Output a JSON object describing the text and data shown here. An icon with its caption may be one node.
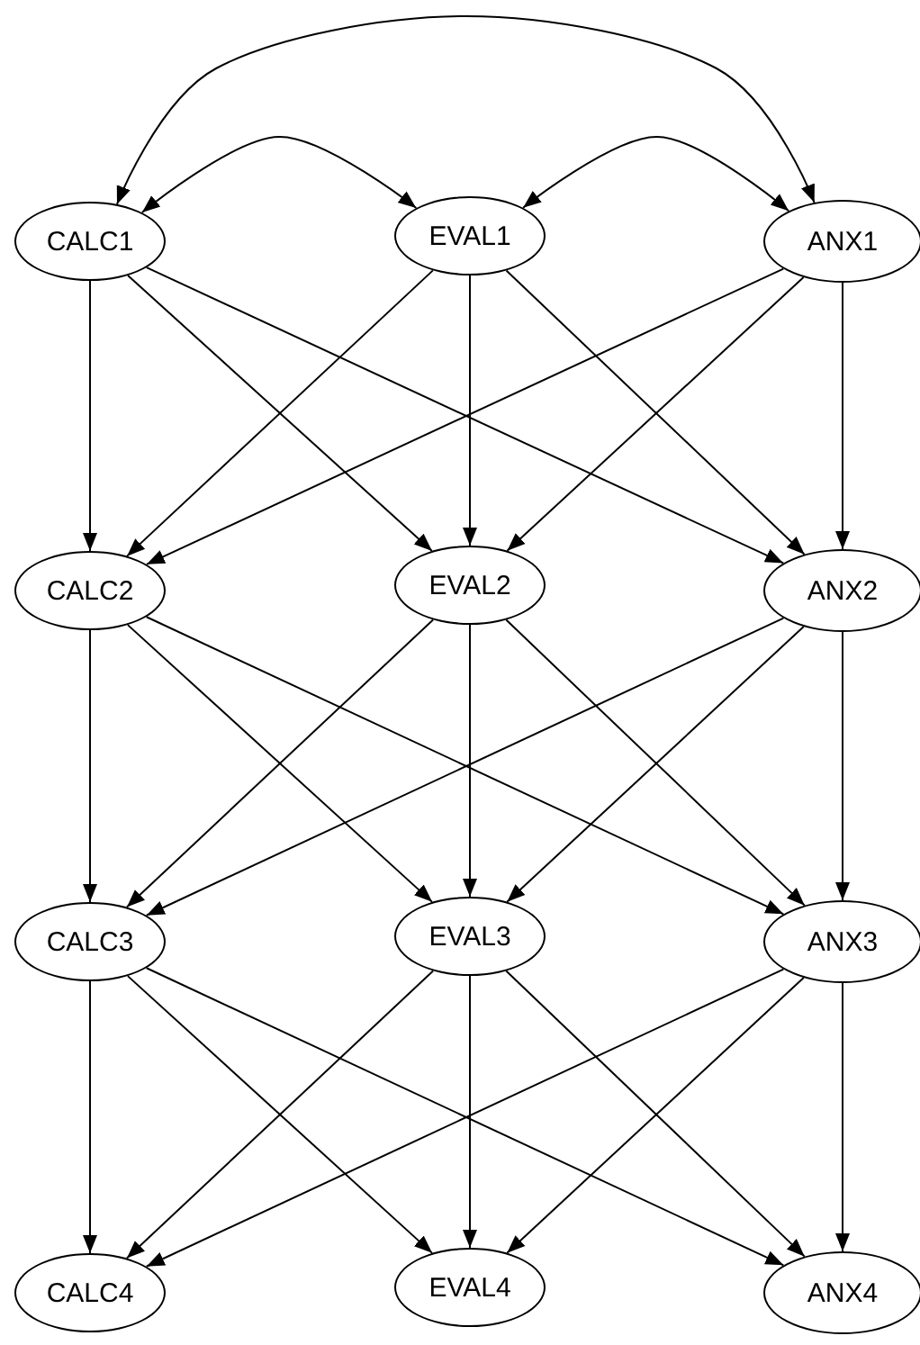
{
  "diagram": {
    "nodes": [
      {
        "text": [
          "CALC1"
        ]
      },
      {
        "text": [
          "EVAL1"
        ]
      },
      {
        "text": [
          "ANX1"
        ]
      },
      {
        "text": [
          "CALC2"
        ]
      },
      {
        "text": [
          "EVAL2"
        ]
      },
      {
        "text": [
          "ANX2"
        ]
      },
      {
        "text": [
          "CALC3"
        ]
      },
      {
        "text": [
          "EVAL3"
        ]
      },
      {
        "text": [
          "ANX3"
        ]
      },
      {
        "text": [
          "CALC4"
        ]
      },
      {
        "text": [
          "EVAL4"
        ]
      },
      {
        "text": [
          "ANX4"
        ]
      }
    ],
    "edges": [
      {
        "from": 0,
        "to": 1,
        "arrow": "both"
      },
      {
        "from": 1,
        "to": 2,
        "arrow": "both"
      },
      {
        "from": 0,
        "to": 2,
        "arrow": "both"
      },
      {
        "from": 0,
        "to": 3,
        "arrow": "to"
      },
      {
        "from": 0,
        "to": 4,
        "arrow": "to"
      },
      {
        "from": 0,
        "to": 5,
        "arrow": "to"
      },
      {
        "from": 1,
        "to": 3,
        "arrow": "to"
      },
      {
        "from": 1,
        "to": 4,
        "arrow": "to"
      },
      {
        "from": 1,
        "to": 5,
        "arrow": "to"
      },
      {
        "from": 2,
        "to": 3,
        "arrow": "to"
      },
      {
        "from": 2,
        "to": 4,
        "arrow": "to"
      },
      {
        "from": 2,
        "to": 5,
        "arrow": "to"
      },
      {
        "from": 3,
        "to": 6,
        "arrow": "to"
      },
      {
        "from": 3,
        "to": 7,
        "arrow": "to"
      },
      {
        "from": 3,
        "to": 8,
        "arrow": "to"
      },
      {
        "from": 4,
        "to": 6,
        "arrow": "to"
      },
      {
        "from": 4,
        "to": 7,
        "arrow": "to"
      },
      {
        "from": 4,
        "to": 8,
        "arrow": "to"
      },
      {
        "from": 5,
        "to": 6,
        "arrow": "to"
      },
      {
        "from": 5,
        "to": 7,
        "arrow": "to"
      },
      {
        "from": 5,
        "to": 8,
        "arrow": "to"
      },
      {
        "from": 6,
        "to": 9,
        "arrow": "to"
      },
      {
        "from": 6,
        "to": 10,
        "arrow": "to"
      },
      {
        "from": 6,
        "to": 11,
        "arrow": "to"
      },
      {
        "from": 7,
        "to": 9,
        "arrow": "to"
      },
      {
        "from": 7,
        "to": 10,
        "arrow": "to"
      },
      {
        "from": 7,
        "to": 11,
        "arrow": "to"
      },
      {
        "from": 8,
        "to": 9,
        "arrow": "to"
      },
      {
        "from": 8,
        "to": 10,
        "arrow": "to"
      },
      {
        "from": 8,
        "to": 11,
        "arrow": "to"
      }
    ]
  }
}
